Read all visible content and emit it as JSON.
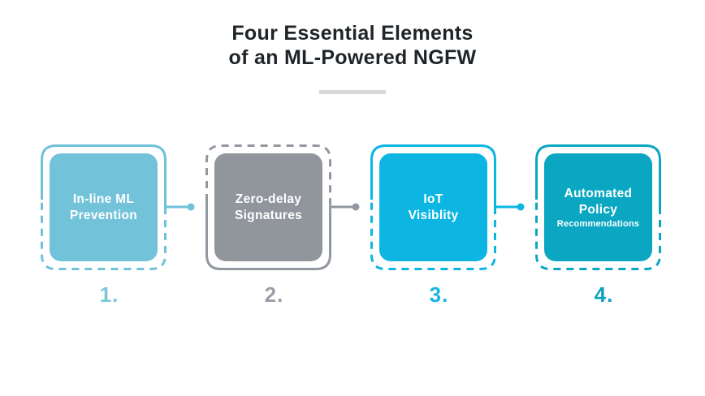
{
  "title": {
    "line1": "Four Essential Elements",
    "line2": "of an ML-Powered NGFW"
  },
  "cards": [
    {
      "label": "In-line ML\nPrevention",
      "number": "1.",
      "colors": {
        "fill": "#72c3d9",
        "border": "#6fc2d8",
        "number": "#7cc6da"
      }
    },
    {
      "label": "Zero-delay\nSignatures",
      "number": "2.",
      "colors": {
        "fill": "#90969c",
        "border": "#9298a0",
        "number": "#9aa0a7"
      }
    },
    {
      "label": "IoT\nVisiblity",
      "number": "3.",
      "colors": {
        "fill": "#0db5e3",
        "border": "#0db5e3",
        "number": "#1cb6e4"
      }
    },
    {
      "label": "Automated\nPolicy",
      "sublabel": "Recommendations",
      "number": "4.",
      "colors": {
        "fill": "#0ba7c2",
        "border": "#0ba7c2",
        "number": "#0c9fbe"
      }
    }
  ]
}
